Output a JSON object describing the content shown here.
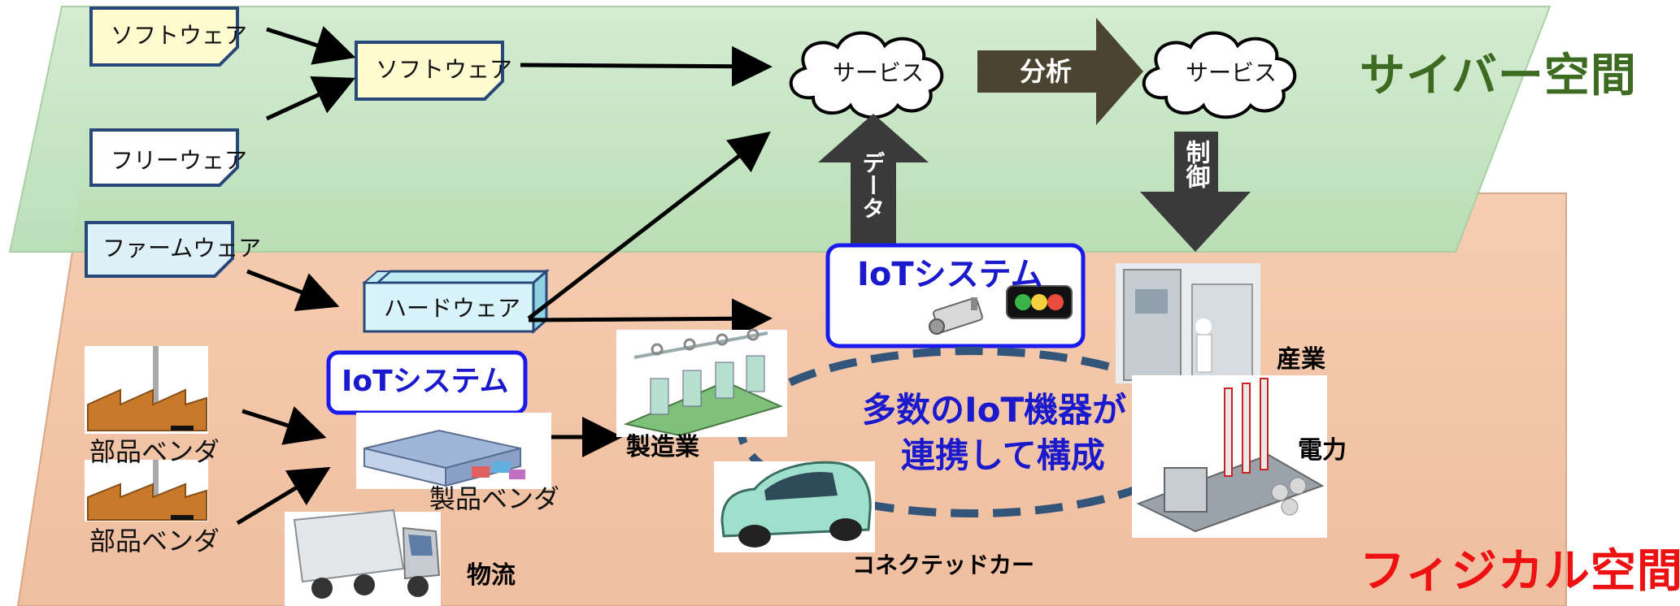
{
  "cyber": {
    "title": "サイバー空間",
    "notes": {
      "software1": "ソフトウェア",
      "software2": "ソフトウェア",
      "freeware": "フリーウェア",
      "firmware": "ファームウェア"
    },
    "service_left": "サービス",
    "service_right": "サービス",
    "analysis": "分析",
    "data": "データ",
    "control": "制御"
  },
  "physical": {
    "title": "フィジカル空間",
    "hardware": "ハードウェア",
    "iot_left": "IoTシステム",
    "iot_center": "IoTシステム",
    "product_vendor": "製品ベンダ",
    "parts_vendor_1": "部品ベンダ",
    "parts_vendor_2": "部品ベンダ",
    "logistics": "物流",
    "manufacturing": "製造業",
    "connected_car": "コネクテッドカー",
    "industry": "産業",
    "power": "電力",
    "many_devices_line1": "多数のIoT機器が",
    "many_devices_line2": "連携して構成"
  },
  "colors": {
    "cyber_layer": "#c6e6c4",
    "physical_layer": "#f4c7a8",
    "note_fill": "#fffbd0",
    "note_blue_fill": "#dff1f8",
    "iot_border": "#1a1aee",
    "dark_arrow": "#3a3a3a",
    "analysis_arrow": "#4a4430",
    "dash_ellipse": "#34557a"
  }
}
